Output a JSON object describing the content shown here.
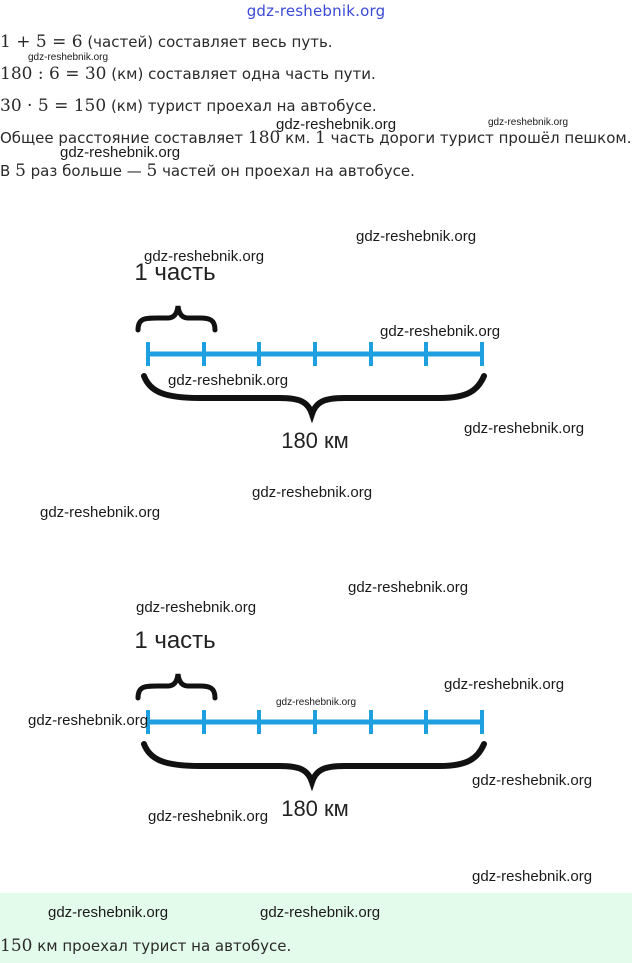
{
  "header": {
    "site": "gdz-reshebnik.org"
  },
  "solution": {
    "line1": {
      "math": "1 + 5 = 6",
      "text": " (частей) составляет весь путь."
    },
    "line2": {
      "math": "180 : 6 = 30",
      "text": " (км) составляет одна часть пути."
    },
    "line3": {
      "math": "30 · 5 = 150",
      "text": " (км) турист проехал на автобусе."
    },
    "line4": {
      "pre": "Общее расстояние составляет ",
      "m1": "180",
      "mid": " км. ",
      "m2": "1",
      "post": " часть дороги турист прошёл пешком."
    },
    "line5": {
      "pre": "В ",
      "m1": "5",
      "mid": " раз больше — ",
      "m2": "5",
      "post": " частей он проехал на автобусе."
    }
  },
  "diagram": {
    "part_label": "1 часть",
    "total_label": "180 км"
  },
  "answer": {
    "math": "150",
    "text": " км проехал турист на автобусе."
  },
  "watermark": "gdz-reshebnik.org",
  "colors": {
    "segment": "#1ea0e0",
    "brace": "#111111",
    "answer_bg": "#e3fbea",
    "header_link": "#3b4ad6"
  }
}
